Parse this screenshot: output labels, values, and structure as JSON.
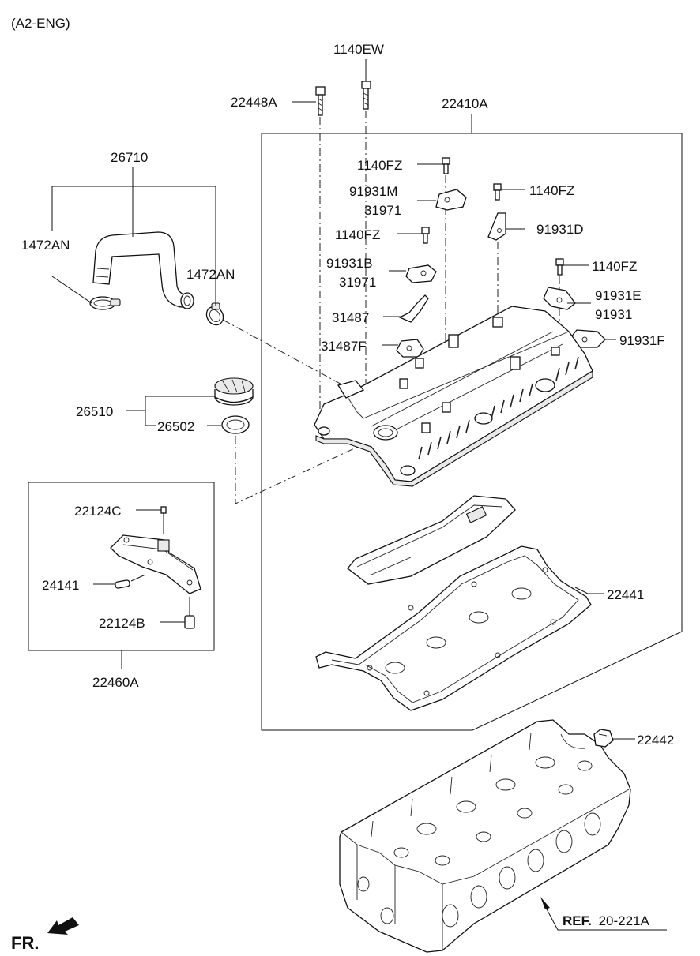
{
  "header": {
    "engine_code": "(A2-ENG)"
  },
  "callouts": {
    "p1140EW": "1140EW",
    "p22448A": "22448A",
    "p22410A": "22410A",
    "p26710": "26710",
    "p1472AN_left": "1472AN",
    "p1472AN_right": "1472AN",
    "p1140FZ_a": "1140FZ",
    "p91931M": "91931M",
    "p31971_a": "31971",
    "p1140FZ_b": "1140FZ",
    "p1140FZ_c": "1140FZ",
    "p91931D": "91931D",
    "p91931B": "91931B",
    "p31971_b": "31971",
    "p1140FZ_d": "1140FZ",
    "p91931E": "91931E",
    "p91931": "91931",
    "p31487": "31487",
    "p31487F": "31487F",
    "p91931F": "91931F",
    "p26510": "26510",
    "p26502": "26502",
    "p22124C": "22124C",
    "p24141": "24141",
    "p22124B": "22124B",
    "p22460A": "22460A",
    "p22441": "22441",
    "p22442": "22442"
  },
  "reference": {
    "prefix": "REF.",
    "code": "20-221A"
  },
  "direction": {
    "label": "FR."
  },
  "icons": {
    "front_arrow": "front-direction-arrow-icon"
  }
}
